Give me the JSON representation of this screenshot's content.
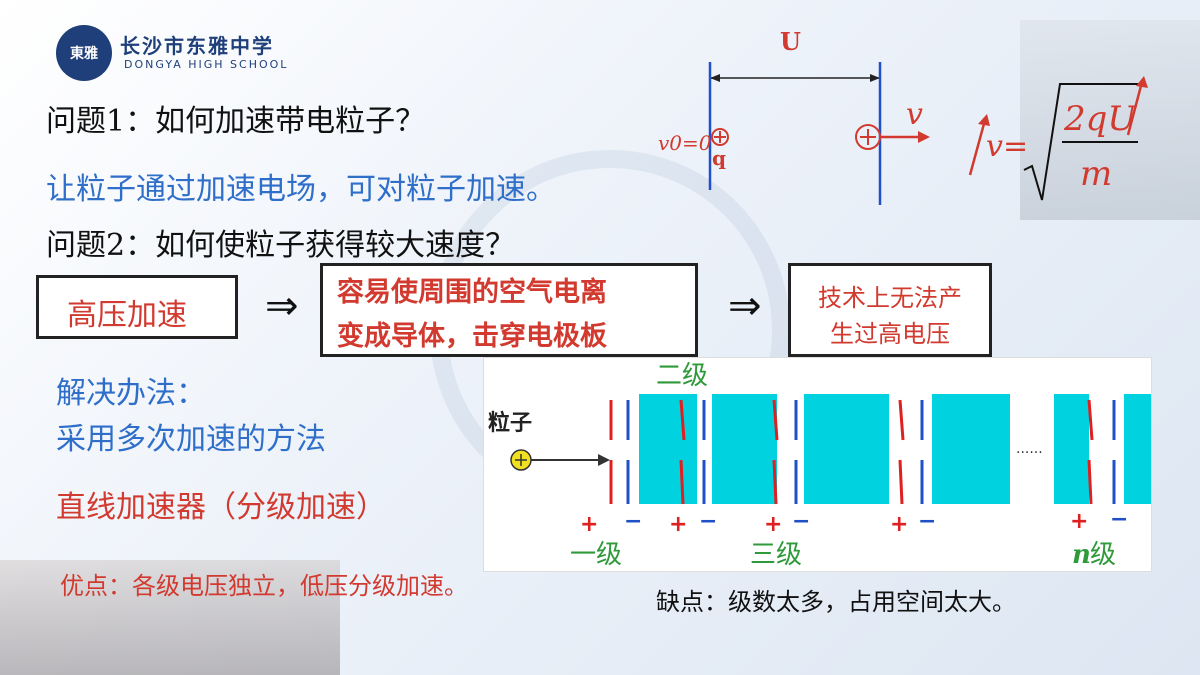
{
  "header": {
    "logo_text": "東雅",
    "school_name_cn": "长沙市东雅中学",
    "school_name_en": "DONGYA HIGH SCHOOL"
  },
  "questions": {
    "q1": "问题1：如何加速带电粒子？",
    "a1": "让粒子通过加速电场，可对粒子加速。",
    "q2": "问题2：如何使粒子获得较大速度？"
  },
  "flow": {
    "box1": "高压加速",
    "arrow": "⇒",
    "box2_line1": "容易使周围的空气电离",
    "box2_line2": "变成导体，击穿电极板",
    "box3_line1": "技术上无法产",
    "box3_line2": "生过高电压"
  },
  "solution": {
    "title": "解决办法：",
    "method": "采用多次加速的方法",
    "device": "直线加速器（分级加速）",
    "advantage": "优点：各级电压独立，低压分级加速。",
    "disadvantage": "缺点：级数太多，占用空间太大。"
  },
  "field_diagram": {
    "voltage_label": "U",
    "v0_label": "v0=0",
    "charge_label": "q",
    "v_label": "v",
    "formula_lhs": "v=",
    "formula_num": "2qU",
    "formula_den": "m"
  },
  "accelerator": {
    "particle_label": "粒子",
    "stage2": "二级",
    "stage1": "一级",
    "stage3": "三级",
    "stage_n_italic": "n",
    "stage_n_suffix": "级",
    "plus": "+",
    "minus": "−",
    "dots": "......"
  },
  "colors": {
    "blue_text": "#2f6fc9",
    "red_text": "#d23a2f",
    "cyan_tube": "#00d2e0",
    "stage_green": "#2f9a3a"
  }
}
